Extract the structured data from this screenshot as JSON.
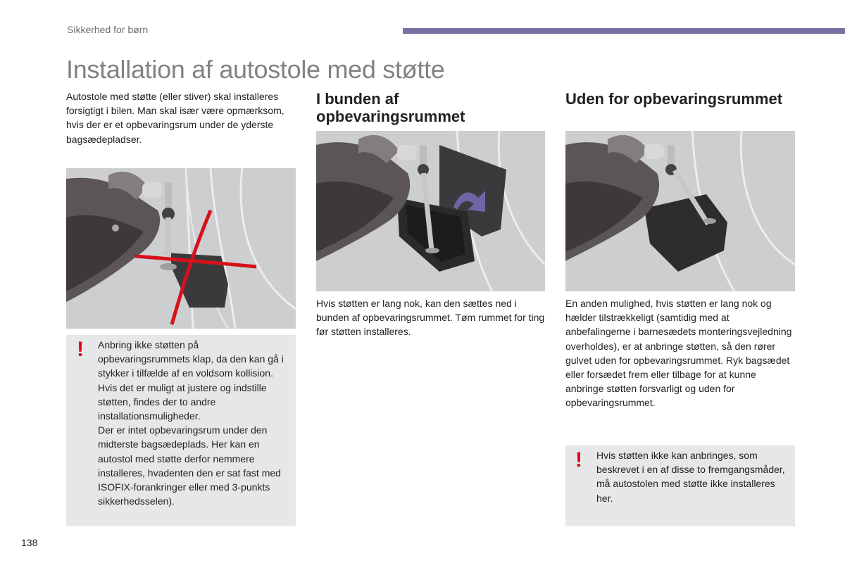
{
  "header": {
    "section_label": "Sikkerhed for børn",
    "accent_color": "#7b6fa3"
  },
  "page_title": "Installation af autostole med støtte",
  "intro": {
    "text": "Autostole med støtte (eller stiver) skal installeres forsigtigt i bilen. Man skal især være opmærksom, hvis der er et opbevaringsrum under de yderste bagsædepladser."
  },
  "warning_left": {
    "icon": "exclamation-icon",
    "text": "Anbring ikke støtten på opbevaringsrummets klap, da den kan gå i stykker i tilfælde af en voldsom kollision. Hvis det er muligt at justere og indstille støtten, findes der to andre installationsmuligheder.\nDer er intet opbevaringsrum under den midterste bagsædeplads. Her kan en autostol med støtte derfor nemmere installeres, hvadenten den er sat fast med ISOFIX-forankringer eller med 3-punkts sikkerhedsselen)."
  },
  "column_middle": {
    "heading": "I bunden af opbevaringsrummet",
    "text": "Hvis støtten er lang nok, kan den sættes ned i bunden af opbevaringsrummet. Tøm rummet for ting før støtten installeres."
  },
  "column_right": {
    "heading": "Uden for opbevaringsrummet",
    "text": "En anden mulighed, hvis støtten er lang nok og hælder tilstrækkeligt (samtidig med at anbefalingerne i barnesædets monteringsvejledning overholdes), er at anbringe støtten, så den rører gulvet uden for opbevaringsrummet. Ryk bagsædet eller forsædet frem eller tilbage for at kunne anbringe støtten forsvarligt og uden for opbevaringsrummet."
  },
  "warning_right": {
    "icon": "exclamation-icon",
    "text": "Hvis støtten ikke kan anbringes, som beskrevet i en af disse to fremgangsmåder, må autostolen med støtte ikke installeres her."
  },
  "page_number": "138",
  "colors": {
    "warning_red": "#e2001a",
    "panel_gray": "#e6e7e8",
    "title_gray": "#808285"
  }
}
